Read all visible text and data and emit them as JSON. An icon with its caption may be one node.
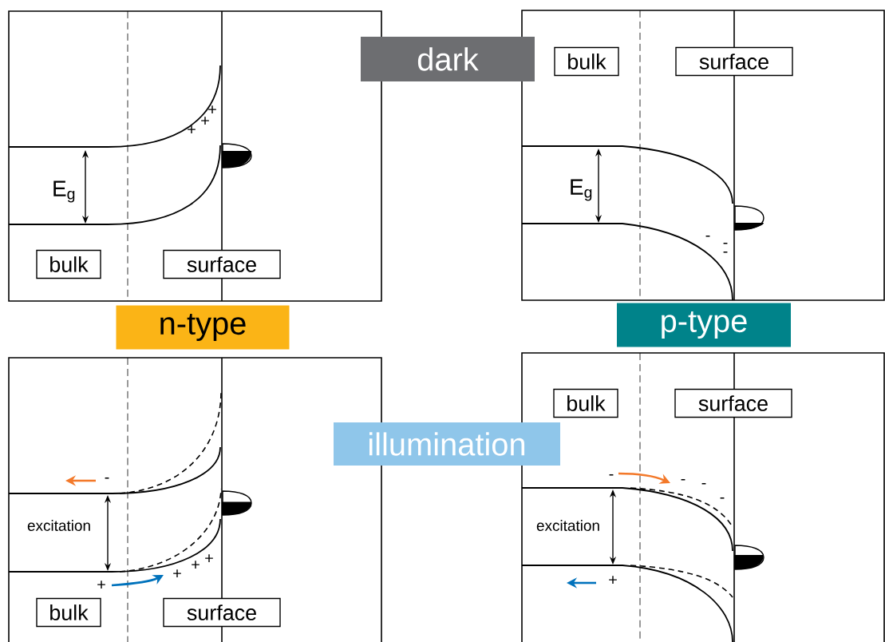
{
  "diagram": {
    "nodes": [
      {
        "text": [
          "dark"
        ]
      },
      {
        "text": [
          "bulk"
        ]
      },
      {
        "text": [
          "surface"
        ]
      },
      {
        "text": [
          "bulk"
        ]
      },
      {
        "text": [
          "surface"
        ]
      },
      {
        "text": [
          "n-type"
        ]
      },
      {
        "text": [
          "p-type"
        ]
      },
      {
        "text": [
          "bulk"
        ]
      },
      {
        "text": [
          "surface"
        ]
      },
      {
        "text": [
          "illumination"
        ]
      },
      {
        "text": [
          "bulk"
        ]
      },
      {
        "text": [
          "surface"
        ]
      }
    ],
    "labels": [
      "E$_{g}$",
      "+",
      "+",
      "+",
      "E$_{g}$",
      "-",
      "-",
      "-",
      "-",
      "excitation",
      "+",
      "+",
      "+",
      "+",
      "-",
      "-",
      "-",
      "-",
      "excitation",
      "+"
    ]
  }
}
